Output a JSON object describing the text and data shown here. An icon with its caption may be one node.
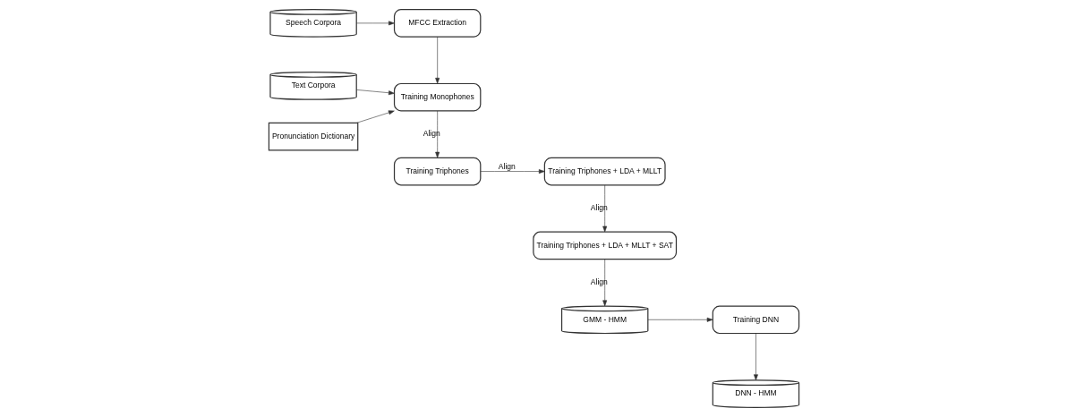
{
  "diagram": {
    "nodes": [
      {
        "text": [
          "Speech Corpora"
        ]
      },
      {
        "text": [
          "MFCC Extraction"
        ]
      },
      {
        "text": [
          "Text Corpora"
        ]
      },
      {
        "text": [
          "Training Monophones"
        ]
      },
      {
        "text": [
          "Pronunciation Dictionary"
        ]
      },
      {
        "text": [
          "Training Triphones"
        ]
      },
      {
        "text": [
          "Training Triphones + LDA + MLLT"
        ]
      },
      {
        "text": [
          "Training Triphones + LDA + MLLT + SAT"
        ]
      },
      {
        "text": [
          "GMM - HMM"
        ]
      },
      {
        "text": [
          "Training DNN"
        ]
      },
      {
        "text": [
          "DNN - HMM"
        ]
      }
    ],
    "edges": [
      {
        "from": 0,
        "to": 1,
        "arrow": "to"
      },
      {
        "from": 1,
        "to": 3,
        "arrow": "to"
      },
      {
        "from": 2,
        "to": 3,
        "arrow": "to"
      },
      {
        "from": 4,
        "to": 3,
        "arrow": "to"
      },
      {
        "from": 3,
        "to": 5,
        "label": "Align",
        "arrow": "to"
      },
      {
        "from": 5,
        "to": 6,
        "label": "Align",
        "arrow": "to"
      },
      {
        "from": 6,
        "to": 7,
        "label": "Align",
        "arrow": "to"
      },
      {
        "from": 7,
        "to": 8,
        "label": "Align",
        "arrow": "to"
      },
      {
        "from": 8,
        "to": 9,
        "arrow": "to"
      },
      {
        "from": 9,
        "to": 10,
        "arrow": "to"
      }
    ]
  }
}
